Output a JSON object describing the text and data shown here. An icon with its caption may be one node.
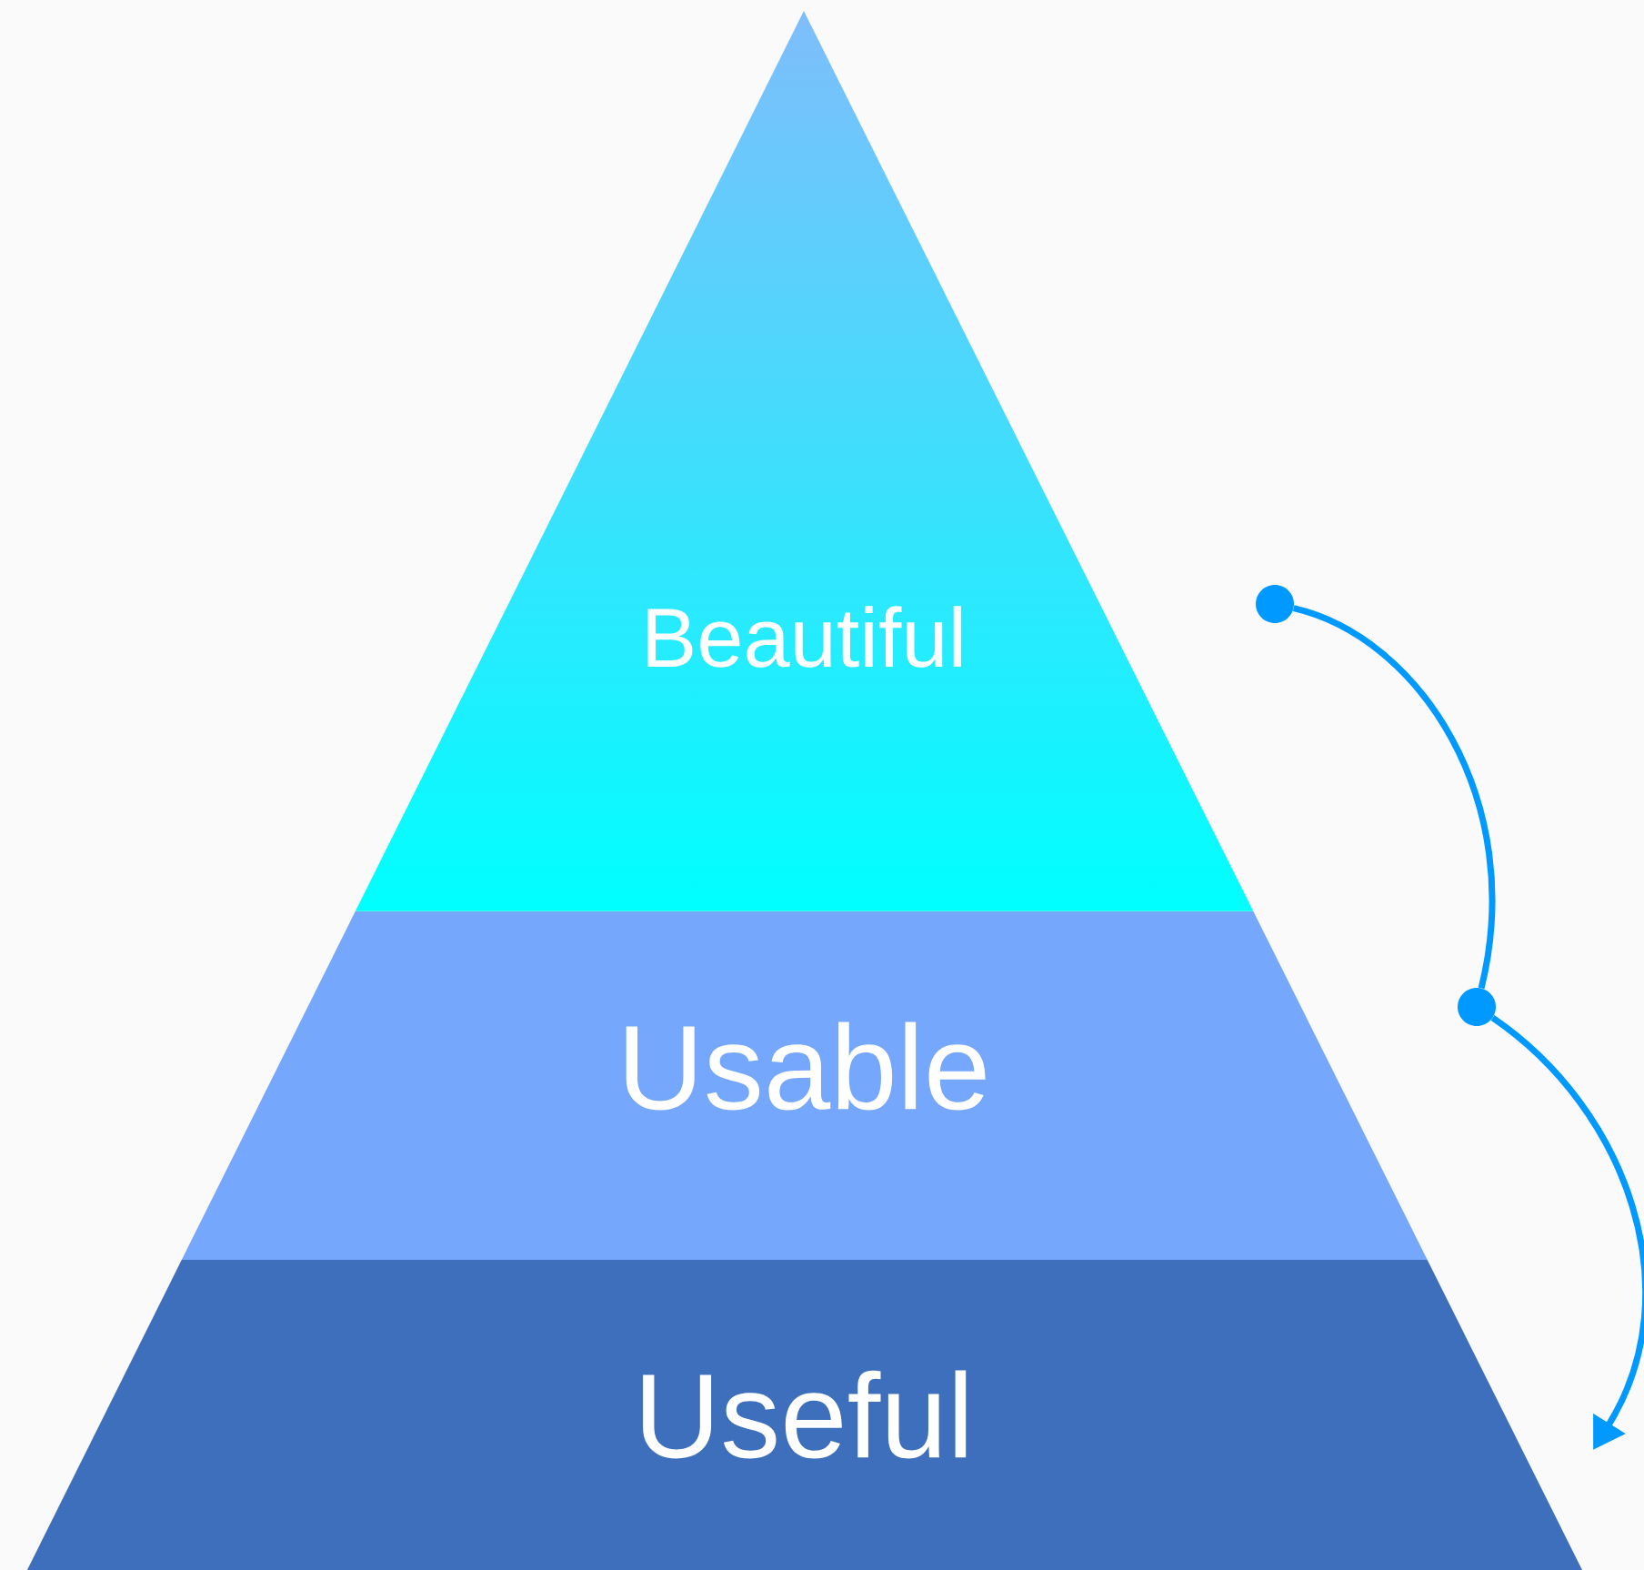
{
  "diagram": {
    "nodes": [
      {
        "text": [
          "Beautiful"
        ]
      },
      {
        "text": [
          "Usable"
        ]
      },
      {
        "text": [
          "Useful"
        ]
      },
      {
        "text": [],
        "shape": "circle"
      },
      {
        "text": [],
        "shape": "circle"
      }
    ],
    "edges": [
      {
        "from": 3,
        "to": 4,
        "arrow": "none"
      },
      {
        "from": 4,
        "to": null,
        "arrow": "to"
      }
    ]
  }
}
